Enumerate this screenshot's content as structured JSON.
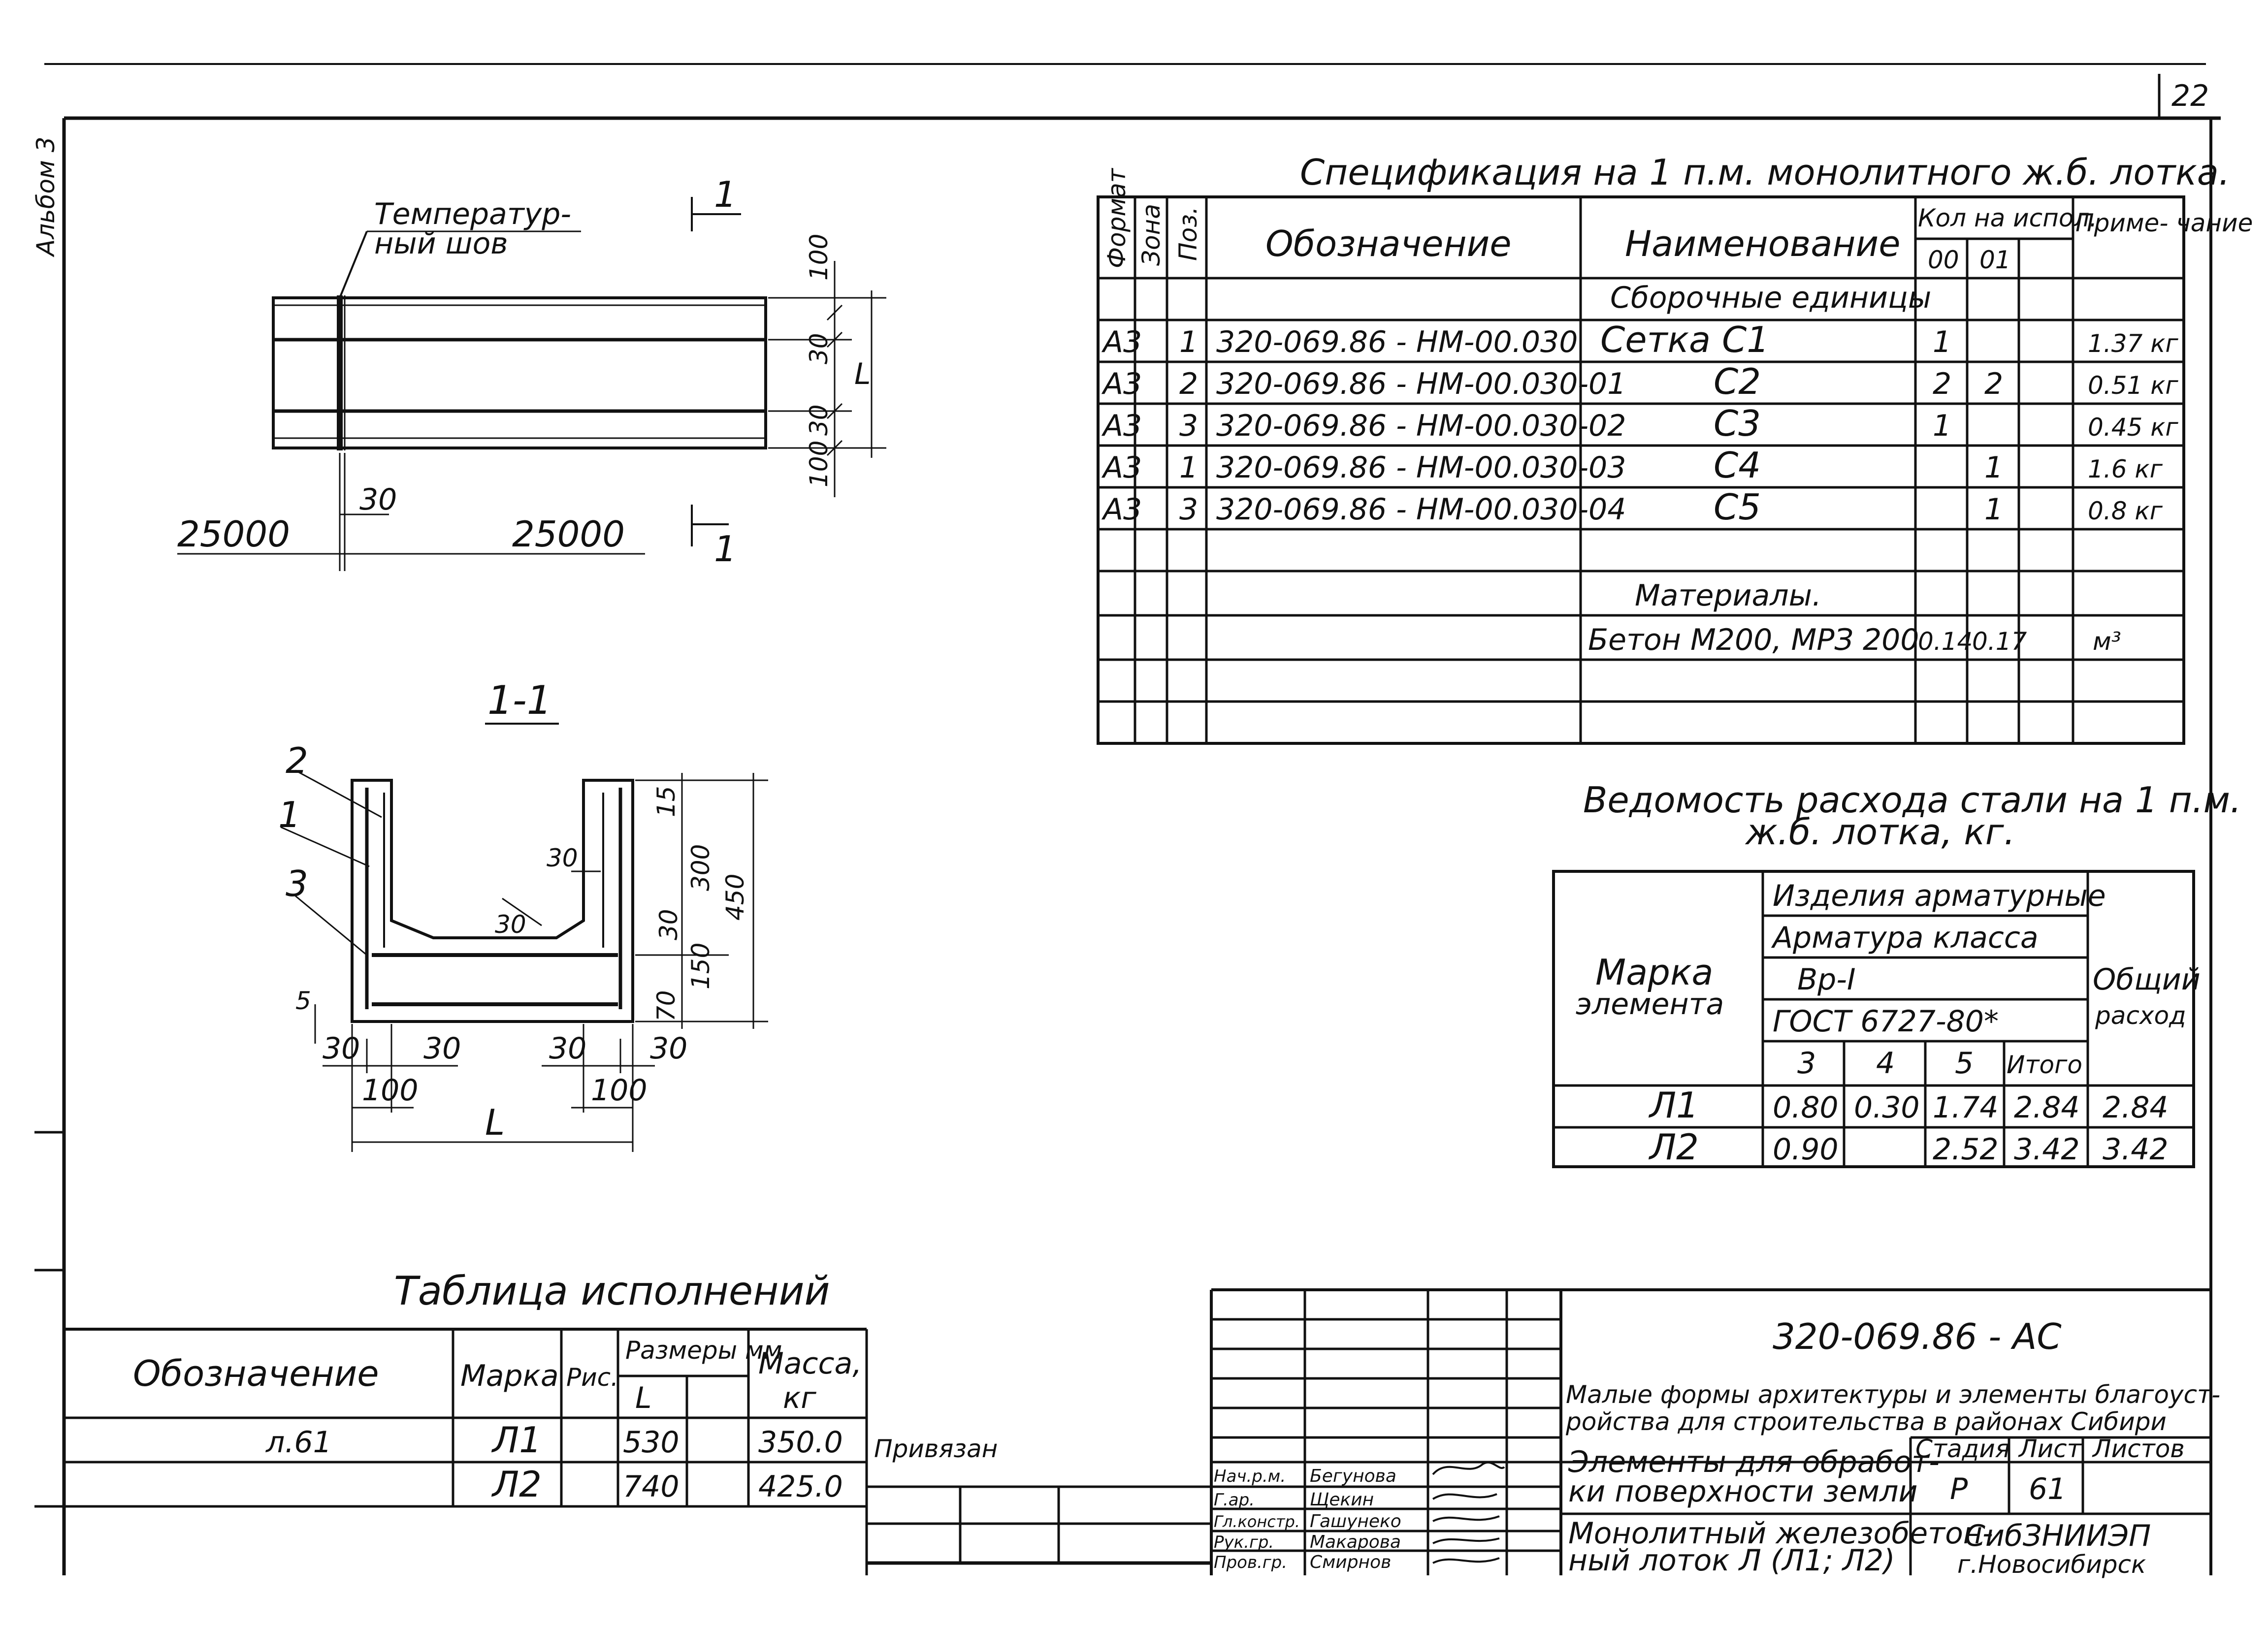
{
  "sheet": {
    "number": "22",
    "side_stamp": "Альбом 3"
  },
  "plan": {
    "joint_label_1": "Температур-",
    "joint_label_2": "ный шов",
    "section_mark": "1",
    "len_left": "25000",
    "len_right": "25000",
    "gap": "30",
    "dims": [
      "100",
      "30",
      "30",
      "100"
    ],
    "overall": "L"
  },
  "section": {
    "title": "1-1",
    "pos_labels": [
      "2",
      "1",
      "3"
    ],
    "dims_top": [
      "15",
      "300",
      "450",
      "30",
      "30",
      "150",
      "70",
      "30"
    ],
    "dims_bottom": [
      "30",
      "30",
      "30",
      "30",
      "100",
      "100",
      "5"
    ],
    "overall": "L"
  },
  "spec": {
    "title": "Спецификация на 1 п.м. монолитного ж.б. лотка.",
    "header": {
      "format": "Формат",
      "zone": "Зона",
      "pos": "Поз.",
      "designation": "Обозначение",
      "name": "Наименование",
      "qty": "Кол на испол.",
      "qty00": "00",
      "qty01": "01",
      "note": "Приме- чание"
    },
    "group1": "Сборочные единицы",
    "rows": [
      {
        "fmt": "А3",
        "pos": "1",
        "designation": "320-069.86 - НМ-00.030",
        "name": "Сетка С1",
        "q00": "1",
        "q01": "",
        "note": "1.37 кг"
      },
      {
        "fmt": "А3",
        "pos": "2",
        "designation": "320-069.86 - НМ-00.030-01",
        "name": "С2",
        "q00": "2",
        "q01": "2",
        "note": "0.51 кг"
      },
      {
        "fmt": "А3",
        "pos": "3",
        "designation": "320-069.86 - НМ-00.030-02",
        "name": "С3",
        "q00": "1",
        "q01": "",
        "note": "0.45 кг"
      },
      {
        "fmt": "А3",
        "pos": "1",
        "designation": "320-069.86 - НМ-00.030-03",
        "name": "С4",
        "q00": "",
        "q01": "1",
        "note": "1.6 кг"
      },
      {
        "fmt": "А3",
        "pos": "3",
        "designation": "320-069.86 - НМ-00.030-04",
        "name": "С5",
        "q00": "",
        "q01": "1",
        "note": "0.8 кг"
      }
    ],
    "group2": "Материалы.",
    "material": {
      "name": "Бетон М200, МРЗ 200",
      "q00": "0.14",
      "q01": "0.17",
      "note": "м³"
    }
  },
  "steel": {
    "title_1": "Ведомость расхода стали на 1 п.м.",
    "title_2": "ж.б. лотка, кг.",
    "h_mark": "Марка элемента",
    "h_products": "Изделия арматурные",
    "h_class": "Арматура класса",
    "h_grade": "Вр-I",
    "h_gost": "ГОСТ 6727-80*",
    "h_total": "Общий расход",
    "cols": [
      "3",
      "4",
      "5",
      "Итого"
    ],
    "rows": [
      {
        "mark": "Л1",
        "c3": "0.80",
        "c4": "0.30",
        "c5": "1.74",
        "sum": "2.84",
        "total": "2.84"
      },
      {
        "mark": "Л2",
        "c3": "0.90",
        "c4": "",
        "c5": "2.52",
        "sum": "3.42",
        "total": "3.42"
      }
    ]
  },
  "variants": {
    "title": "Таблица исполнений",
    "h_designation": "Обозначение",
    "h_mark": "Марка",
    "h_fig": "Рис.",
    "h_dims": "Размеры мм",
    "h_L": "L",
    "h_mass": "Масса, кг",
    "rows": [
      {
        "designation": "л.61",
        "mark": "Л1",
        "L": "530",
        "mass": "350.0"
      },
      {
        "designation": "",
        "mark": "Л2",
        "L": "740",
        "mass": "425.0"
      }
    ],
    "binding": "Привязан"
  },
  "title_block": {
    "code": "320-069.86 - АС",
    "series_1": "Малые формы архитектуры и элементы благоуст-",
    "series_2": "ройства для строительства в районах Сибири",
    "part_1": "Элементы для обработ-",
    "part_2": "ки поверхности земли",
    "stage_h": "Стадия",
    "sheet_h": "Лист",
    "sheets_h": "Листов",
    "stage": "Р",
    "sheet": "61",
    "item_1": "Монолитный железобетон-",
    "item_2": "ный лоток Л (Л1; Л2)",
    "org_1": "СибЗНИИЭП",
    "org_2": "г.Новосибирск",
    "roles": [
      {
        "role": "Нач.р.м.",
        "name": "Бегунова"
      },
      {
        "role": "Г.ар.",
        "name": "Щекин"
      },
      {
        "role": "Гл.констр.",
        "name": "Гашунеко"
      },
      {
        "role": "Рук.гр.",
        "name": "Макарова"
      },
      {
        "role": "Пров.гр.",
        "name": "Смирнов"
      }
    ]
  }
}
